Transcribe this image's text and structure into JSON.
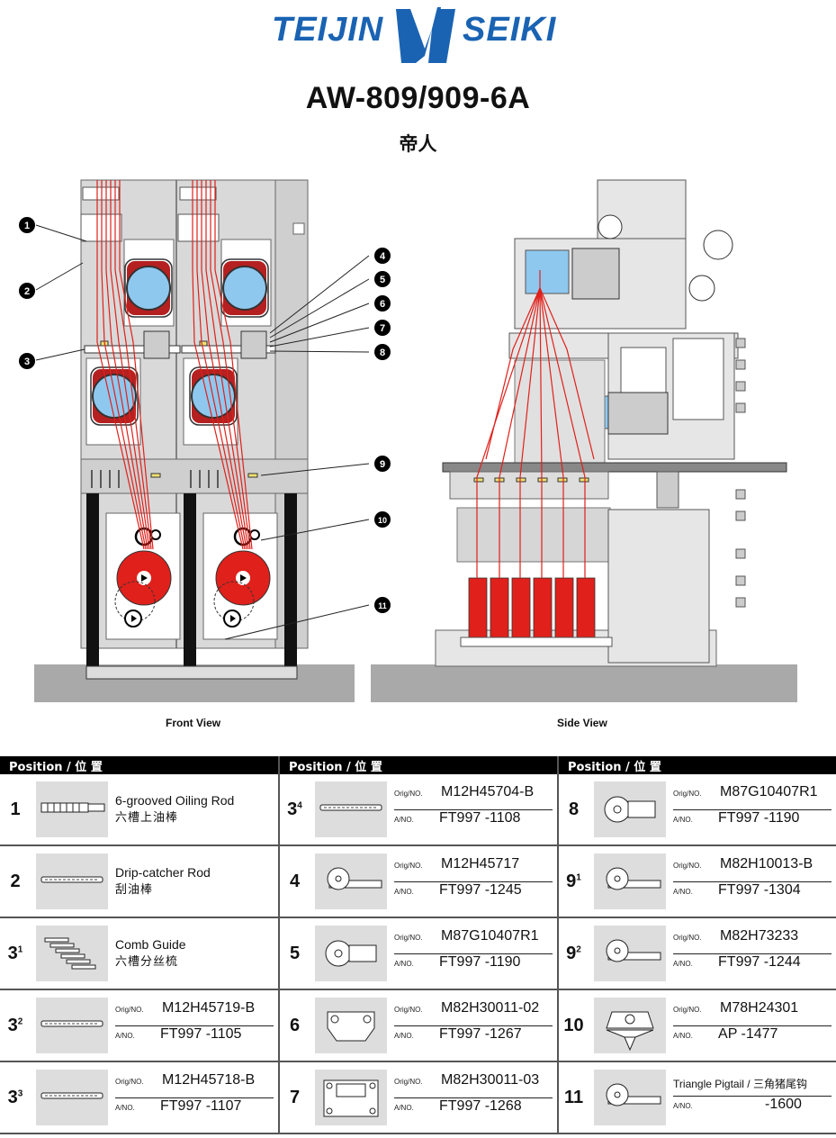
{
  "header": {
    "brand_left": "TEIJIN",
    "brand_right": "SEIKI",
    "model": "AW-809/909-6A",
    "subtitle": "帝人"
  },
  "diagram": {
    "callouts": [
      "1",
      "2",
      "3",
      "4",
      "5",
      "6",
      "7",
      "8",
      "9",
      "10",
      "11"
    ],
    "front_caption": "Front View",
    "side_caption": "Side View"
  },
  "table": {
    "header_label": "Position / 位 置",
    "orig_label": "Orig/NO.",
    "ano_label": "A/NO.",
    "rows": [
      [
        {
          "pos": "1",
          "sup": "",
          "icon": "oiling-rod-icon",
          "name": "6-grooved Oiling Rod",
          "cn": "六槽上油棒"
        },
        {
          "pos": "3",
          "sup": "4",
          "icon": "rod-icon",
          "orig": "M12H45704-B",
          "ano": "FT997 -1108"
        },
        {
          "pos": "8",
          "sup": "",
          "icon": "guide-hook-icon",
          "orig": "M87G10407R1",
          "ano": "FT997 -1190"
        }
      ],
      [
        {
          "pos": "2",
          "sup": "",
          "icon": "drip-rod-icon",
          "name": "Drip-catcher Rod",
          "cn": "刮油棒"
        },
        {
          "pos": "4",
          "sup": "",
          "icon": "pigtail-guide-icon",
          "orig": "M12H45717",
          "ano": "FT997 -1245"
        },
        {
          "pos": "9",
          "sup": "1",
          "icon": "pigtail-guide-icon",
          "orig": "M82H10013-B",
          "ano": "FT997 -1304"
        }
      ],
      [
        {
          "pos": "3",
          "sup": "1",
          "icon": "comb-guide-icon",
          "name": "Comb Guide",
          "cn": "六槽分丝梳"
        },
        {
          "pos": "5",
          "sup": "",
          "icon": "guide-hook-icon",
          "orig": "M87G10407R1",
          "ano": "FT997 -1190"
        },
        {
          "pos": "9",
          "sup": "2",
          "icon": "pigtail-guide-icon",
          "orig": "M82H73233",
          "ano": "FT997 -1244"
        }
      ],
      [
        {
          "pos": "3",
          "sup": "2",
          "icon": "rod-icon",
          "orig": "M12H45719-B",
          "ano": "FT997 -1105"
        },
        {
          "pos": "6",
          "sup": "",
          "icon": "plate-icon",
          "orig": "M82H30011-02",
          "ano": "FT997 -1267"
        },
        {
          "pos": "10",
          "sup": "",
          "icon": "traverse-guide-icon",
          "orig": "M78H24301",
          "ano": "AP -1477"
        }
      ],
      [
        {
          "pos": "3",
          "sup": "3",
          "icon": "rod-icon",
          "orig": "M12H45718-B",
          "ano": "FT997 -1107"
        },
        {
          "pos": "7",
          "sup": "",
          "icon": "bracket-plate-icon",
          "orig": "M82H30011-03",
          "ano": "FT997 -1268"
        },
        {
          "pos": "11",
          "sup": "",
          "icon": "pigtail-guide-icon",
          "tp": "Triangle Pigtail / 三角猪尾钩",
          "ano": "-1600"
        }
      ]
    ]
  },
  "colors": {
    "brand_blue": "#1a63b3",
    "yarn_red": "#e0201b",
    "package_blue": "#8fc8ef",
    "frame_gray": "#d9d9d9"
  }
}
